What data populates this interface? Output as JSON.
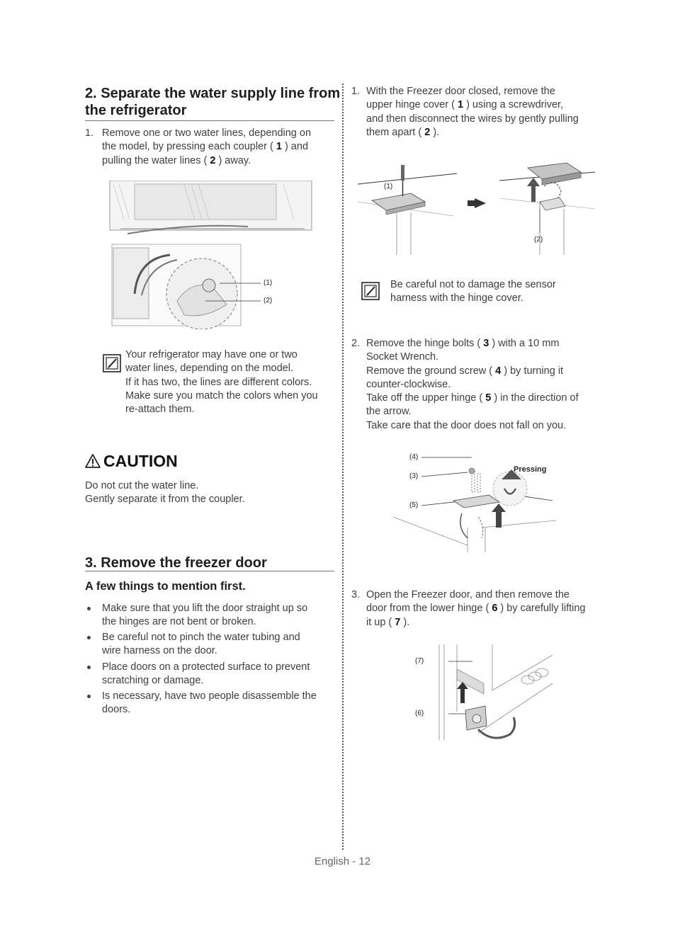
{
  "section2": {
    "title_line1": "2. Separate the water supply line from",
    "title_line2": "the refrigerator",
    "step1_num": "1.",
    "step1_a": "Remove one or two water lines, depending on",
    "step1_b_pre": "the model, by pressing each coupler (",
    "step1_b_bold": "1",
    "step1_b_post": ") and",
    "step1_c_pre": "pulling the water lines (",
    "step1_c_bold": "2",
    "step1_c_post": ") away.",
    "fig_label1": "(1)",
    "fig_label2": "(2)",
    "note": [
      "Your refrigerator may have one or two",
      "water lines, depending on the model.",
      "If it has two, the lines are different colors.",
      "Make sure you match the colors when you",
      "re-attach them."
    ]
  },
  "caution": {
    "title": "CAUTION",
    "lines": [
      "Do not cut the water line.",
      "Gently separate it from the coupler."
    ]
  },
  "section3": {
    "title": "3. Remove the freezer door",
    "subtitle": "A few things to mention first.",
    "bullets": [
      [
        "Make sure that you lift the door straight up so",
        "the hinges are not bent or broken."
      ],
      [
        "Be careful not to pinch the water tubing and",
        "wire harness on the door."
      ],
      [
        "Place doors on a protected surface to prevent",
        "scratching or damage."
      ],
      [
        "Is necessary, have two people disassemble the",
        "doors."
      ]
    ]
  },
  "right": {
    "s1_num": "1.",
    "s1_a": "With the Freezer door closed, remove the",
    "s1_b_pre": "upper hinge cover (",
    "s1_b_bold": "1",
    "s1_b_post": ") using a screwdriver,",
    "s1_c": "and then disconnect the wires by gently pulling",
    "s1_d_pre": "them apart (",
    "s1_d_bold": "2",
    "s1_d_post": ").",
    "fig1_label1": "(1)",
    "fig1_label2": "(2)",
    "note_lines": [
      "Be careful not to damage the sensor",
      "harness with the hinge cover."
    ],
    "s2_num": "2.",
    "s2_a_pre": "Remove the hinge bolts (",
    "s2_a_bold": "3",
    "s2_a_post": ") with a 10 mm",
    "s2_b": "Socket Wrench.",
    "s2_c_pre": "Remove the ground screw (",
    "s2_c_bold": "4",
    "s2_c_post": ") by turning it",
    "s2_d": "counter-clockwise.",
    "s2_e_pre": "Take off the upper hinge (",
    "s2_e_bold": "5",
    "s2_e_post": ") in the direction of",
    "s2_f": "the arrow.",
    "s2_g": "Take care that the door does not fall on you.",
    "fig2_l4": "(4)",
    "fig2_l3": "(3)",
    "fig2_l5": "(5)",
    "fig2_pressing": "Pressing",
    "s3_num": "3.",
    "s3_a": "Open the Freezer door, and then remove the",
    "s3_b_pre": "door from the lower hinge (",
    "s3_b_bold": "6",
    "s3_b_post": ") by carefully lifting",
    "s3_c_pre": "it up (",
    "s3_c_bold": "7",
    "s3_c_post": ").",
    "fig3_l7": "(7)",
    "fig3_l6": "(6)"
  },
  "footer": "English - 12"
}
